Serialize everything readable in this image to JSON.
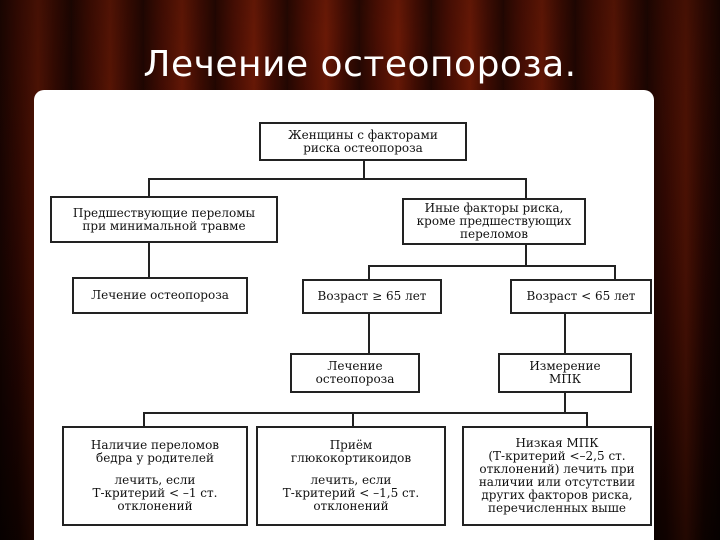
{
  "slide": {
    "title": "Лечение остеопороза."
  },
  "diagram": {
    "root": {
      "line1": "Женщины с факторами",
      "line2": "риска остеопороза"
    },
    "prior_fractures": {
      "line1": "Предшествующие переломы",
      "line2": "при минимальной травме"
    },
    "other_factors": {
      "line1": "Иные факторы риска,",
      "line2": "кроме предшествующих",
      "line3": "переломов"
    },
    "treat_left": {
      "line1": "Лечение остеопороза"
    },
    "age_ge": {
      "line1": "Возраст ≥ 65 лет"
    },
    "age_lt": {
      "line1": "Возраст < 65 лет"
    },
    "treat_mid": {
      "line1": "Лечение",
      "line2": "остеопороза"
    },
    "bmd": {
      "line1": "Измерение",
      "line2": "МПК"
    },
    "hip": {
      "line1": "Наличие переломов",
      "line2": "бедра у родителей",
      "line3": "лечить, если",
      "line4": "Т-критерий < –1 ст.",
      "line5": "отклонений"
    },
    "gluco": {
      "line1": "Приём",
      "line2": "глюкокортикоидов",
      "line3": "лечить, если",
      "line4": "Т-критерий < –1,5 ст.",
      "line5": "отклонений"
    },
    "low_bmd": {
      "line1": "Низкая МПК",
      "line2": "(Т-критерий <–2,5 ст.",
      "line3": "отклонений) лечить при",
      "line4": "наличии или отсутствии",
      "line5": "других факторов риска,",
      "line6": "перечисленных выше"
    }
  }
}
